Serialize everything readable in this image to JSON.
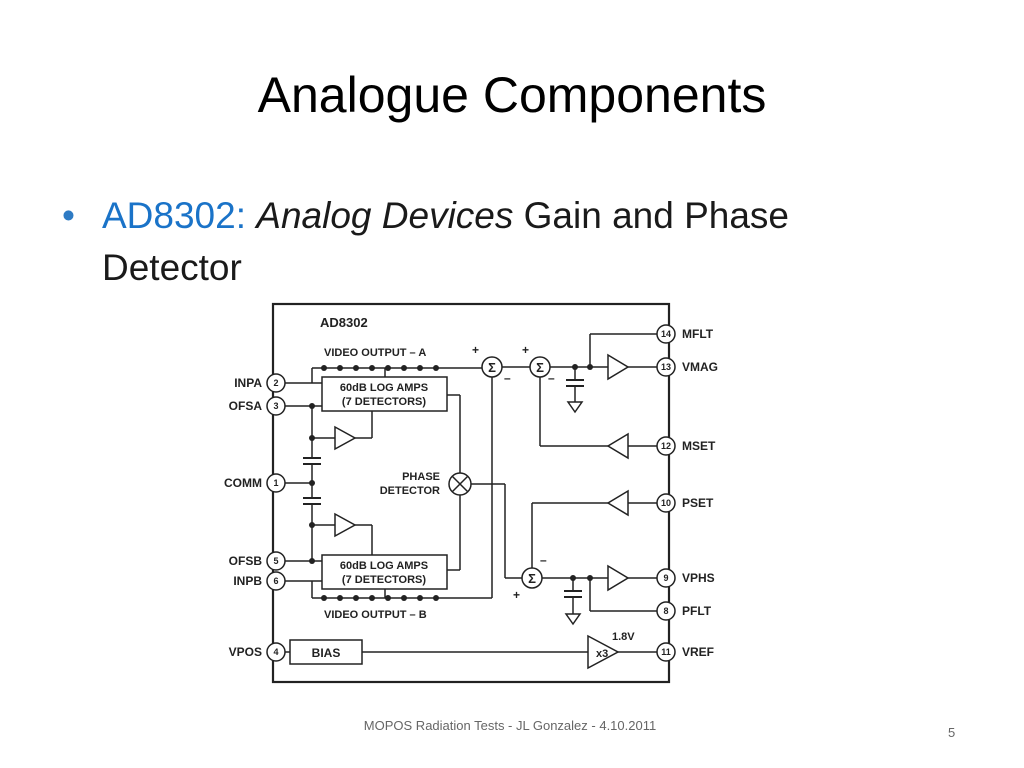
{
  "slide": {
    "title": "Analogue Components",
    "bullet_part": "AD8302:",
    "bullet_company": "Analog Devices",
    "bullet_rest": " Gain and Phase Detector",
    "footer": "MOPOS Radiation Tests - JL Gonzalez - 4.10.2011",
    "page": "5"
  },
  "diagram": {
    "chip_name": "AD8302",
    "video_a": "VIDEO OUTPUT – A",
    "video_b": "VIDEO OUTPUT – B",
    "logamp_a_1": "60dB LOG AMPS",
    "logamp_a_2": "(7 DETECTORS)",
    "logamp_b_1": "60dB LOG AMPS",
    "logamp_b_2": "(7 DETECTORS)",
    "phase_1": "PHASE",
    "phase_2": "DETECTOR",
    "bias": "BIAS",
    "x3": "x3",
    "v18": "1.8V",
    "sigma": "Σ",
    "plus": "+",
    "minus": "–",
    "pins_left": [
      {
        "name": "INPA",
        "num": "2"
      },
      {
        "name": "OFSA",
        "num": "3"
      },
      {
        "name": "COMM",
        "num": "1"
      },
      {
        "name": "OFSB",
        "num": "5"
      },
      {
        "name": "INPB",
        "num": "6"
      },
      {
        "name": "VPOS",
        "num": "4"
      }
    ],
    "pins_right": [
      {
        "name": "MFLT",
        "num": "14"
      },
      {
        "name": "VMAG",
        "num": "13"
      },
      {
        "name": "MSET",
        "num": "12"
      },
      {
        "name": "PSET",
        "num": "10"
      },
      {
        "name": "VPHS",
        "num": "9"
      },
      {
        "name": "PFLT",
        "num": "8"
      },
      {
        "name": "VREF",
        "num": "11"
      }
    ]
  }
}
